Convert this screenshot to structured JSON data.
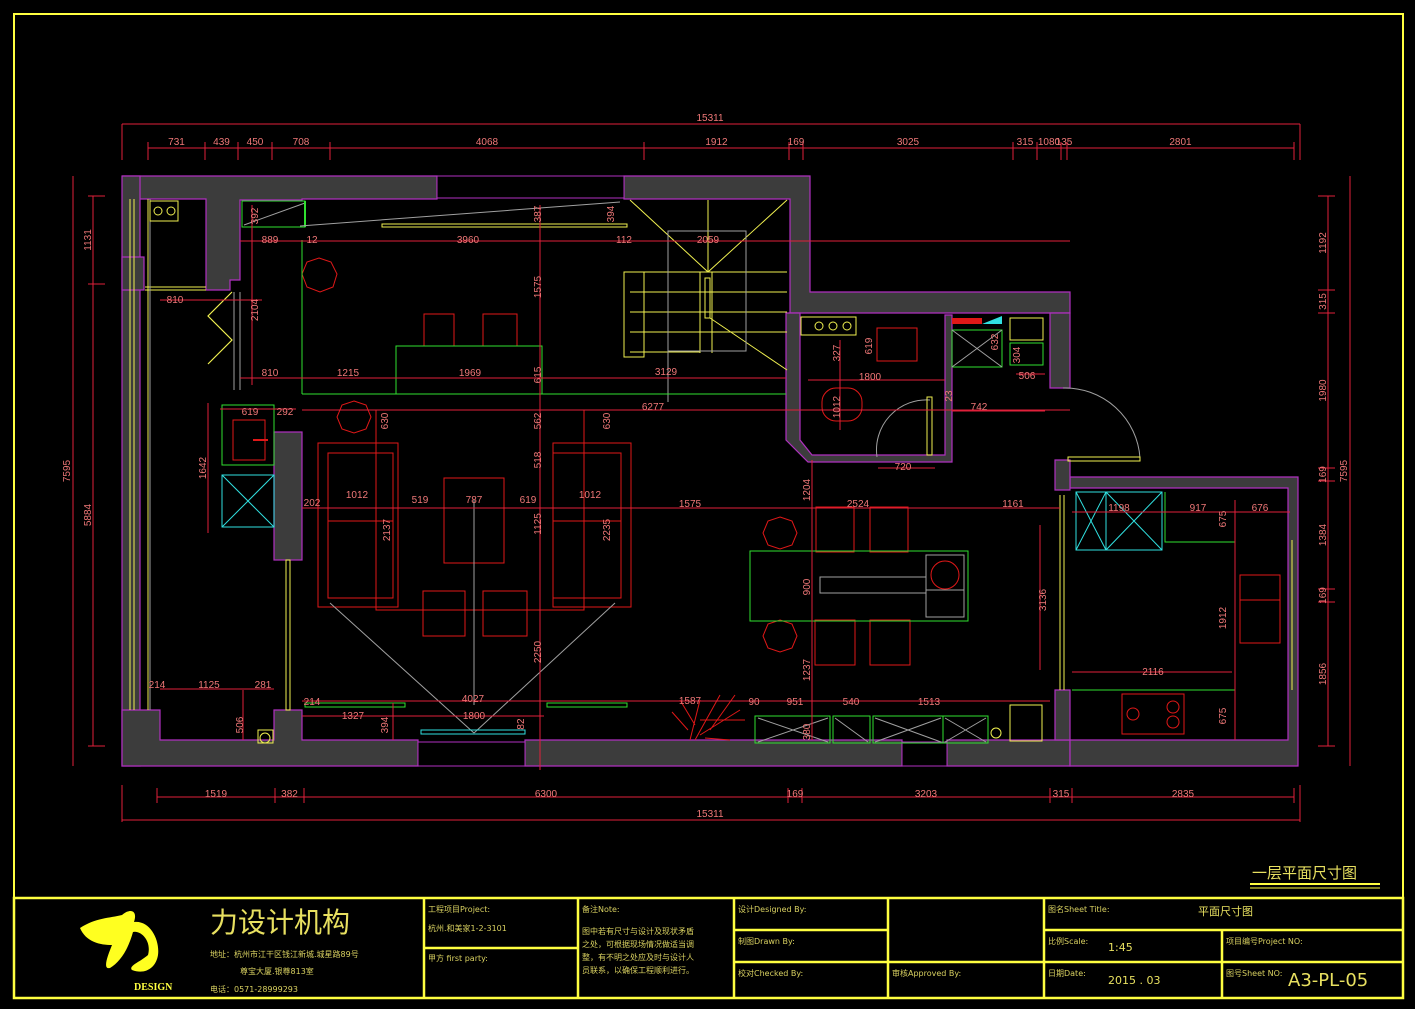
{
  "drawing": {
    "plan_title": "一层平面尺寸图",
    "colors": {
      "wall": "#3c3c3c",
      "wall_outline": "#b030c0",
      "dimension": "#e0203a",
      "furniture": "#e01818",
      "green": "#30e030",
      "yellow": "#f0f050",
      "cyan": "#30e0e0",
      "grey": "#a0a0a0",
      "frame": "#ffff40"
    },
    "top_dimensions": {
      "overall": "15311",
      "segments": [
        "731",
        "439",
        "450",
        "708",
        "4068",
        "1912",
        "169",
        "3025",
        "315",
        "1080",
        "135",
        "2801"
      ]
    },
    "bottom_dimensions": {
      "overall": "15311",
      "segments": [
        "1519",
        "382",
        "6300",
        "169",
        "3203",
        "315",
        "2835"
      ]
    },
    "left_dimensions": {
      "overall": "7595",
      "segments": [
        "1131",
        "5884"
      ]
    },
    "right_dimensions": {
      "overall": "7595",
      "segments": [
        "1192",
        "315",
        "1980",
        "169",
        "1384",
        "169",
        "1856"
      ]
    },
    "interior_dimensions": {
      "d_392": "392",
      "d_889": "889",
      "d_12a": "12",
      "d_3960": "3960",
      "d_387": "387",
      "d_394": "394",
      "d_12b": "112",
      "d_2059": "2059",
      "d_810a": "810",
      "d_2104": "2104",
      "d_1575": "1575",
      "d_810b": "810",
      "d_1215": "1215",
      "d_1969": "1969",
      "d_615": "615",
      "d_3129": "3129",
      "d_6277": "6277",
      "d_619a": "619",
      "d_292": "292",
      "d_630a": "630",
      "d_562": "562",
      "d_630b": "630",
      "d_1642": "1642",
      "d_518": "518",
      "d_202": "202",
      "d_1012a": "1012",
      "d_519": "519",
      "d_787": "787",
      "d_619b": "619",
      "d_1012b": "1012",
      "d_2137": "2137",
      "d_1125v": "1125",
      "d_2235": "2235",
      "d_1575b": "1575",
      "d_1204": "1204",
      "d_2524": "2524",
      "d_1161": "1161",
      "d_900": "900",
      "d_3136": "3136",
      "d_1237": "1237",
      "d_2250": "2250",
      "d_214a": "214",
      "d_1125": "1125",
      "d_281": "281",
      "d_506": "506",
      "d_214b": "214",
      "d_4027": "4027",
      "d_1327": "1327",
      "d_394b": "394",
      "d_1800a": "1800",
      "d_82": "82",
      "d_1587": "1587",
      "d_90": "90",
      "d_951": "951",
      "d_540": "540",
      "d_1513": "1513",
      "d_380": "380",
      "d_327": "327",
      "d_619c": "619",
      "d_1800b": "1800",
      "d_1012c": "1012",
      "d_720": "720",
      "d_23": "23",
      "d_742": "742",
      "d_632": "632",
      "d_304": "304",
      "d_506b": "506",
      "d_1198": "1198",
      "d_917": "917",
      "d_675a": "675",
      "d_676": "676",
      "d_1912": "1912",
      "d_2116": "2116",
      "d_675b": "675"
    }
  },
  "title_block": {
    "company_name": "力设计机构",
    "logo_text": "DESIGN",
    "address_line1": "地址：杭州市江干区钱江新城.城星路89号",
    "address_line2": "尊宝大厦.银尊813室",
    "phone": "电话：0571-28999293",
    "project_label": "工程项目Project:",
    "project_value": "杭州.和美家1-2-3101",
    "first_party_label": "甲方 first party:",
    "note_label": "备注Note:",
    "note_text_lines": [
      "图中若有尺寸与设计及现状矛盾",
      "之处，可根据现场情况做适当调",
      "整，有不明之处应及时与设计人",
      "员联系，以确保工程顺利进行。"
    ],
    "designed_by_label": "设计Designed By:",
    "drawn_by_label": "制图Drawn By:",
    "checked_by_label": "校对Checked By:",
    "approved_by_label": "审核Approved By:",
    "sheet_title_label": "图名Sheet Title:",
    "sheet_title_value": "平面尺寸图",
    "scale_label": "比例Scale:",
    "scale_value": "1:45",
    "project_no_label": "项目编号Project NO:",
    "date_label": "日期Date:",
    "date_value": "2015 . 03",
    "sheet_no_label": "图号Sheet NO:",
    "sheet_no_value": "A3-PL-05"
  }
}
